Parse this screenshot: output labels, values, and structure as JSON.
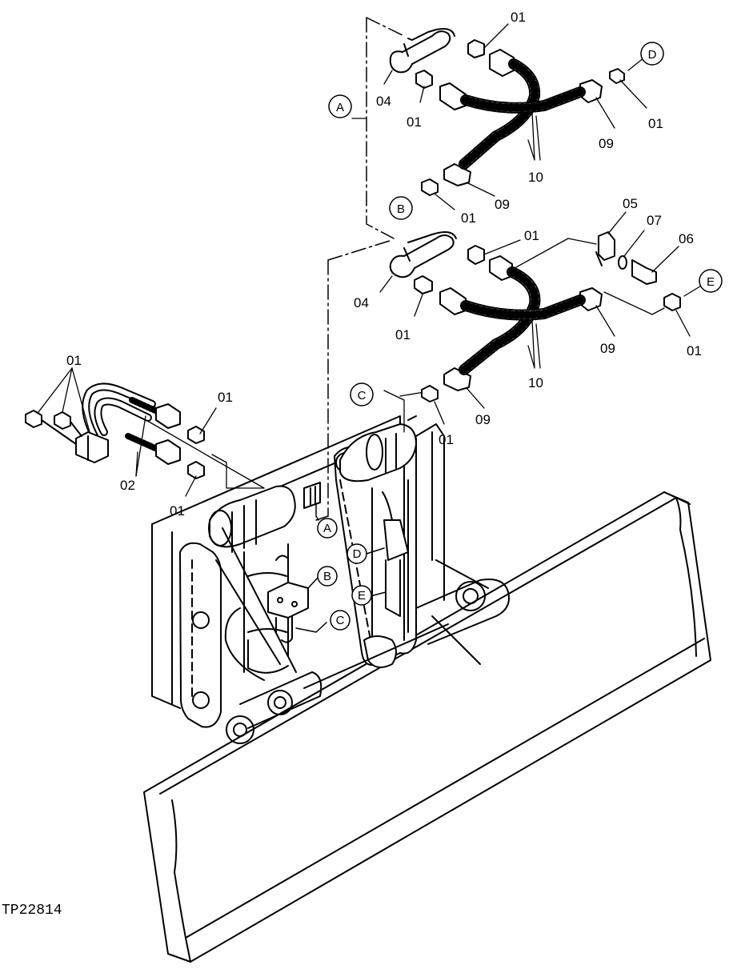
{
  "figure": {
    "reference_code": "TP22814",
    "ink_color": "#000000",
    "background_color": "#ffffff"
  },
  "callouts": {
    "top_01_a": "01",
    "top_04": "04",
    "top_01_b": "01",
    "top_01_d": "01",
    "top_09_a": "09",
    "top_10": "10",
    "top_09_b": "09",
    "top_01_c": "01",
    "mid_05": "05",
    "mid_07": "07",
    "mid_06": "06",
    "mid_01_a": "01",
    "mid_04": "04",
    "mid_01_b": "01",
    "mid_09_a": "09",
    "mid_01_e": "01",
    "mid_10": "10",
    "mid_09_b": "09",
    "mid_01_c": "01",
    "left_01_group": "01",
    "left_02": "02",
    "left_01_upper": "01",
    "left_01_lower": "01"
  },
  "connectors": {
    "a_top": "A",
    "b_top": "B",
    "c_mid": "C",
    "d_top": "D",
    "e_mid": "E",
    "a_machine": "A",
    "b_machine": "B",
    "c_machine": "C",
    "d_machine": "D",
    "e_machine": "E"
  }
}
